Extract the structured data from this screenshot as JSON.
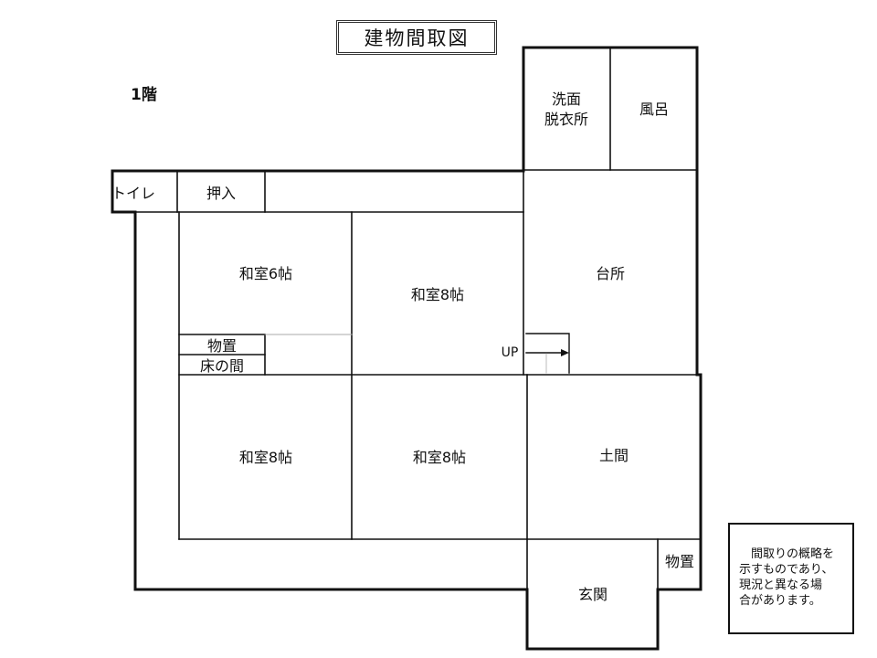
{
  "title": "建物間取図",
  "floor": "1階",
  "rooms": {
    "toilet": "トイレ",
    "oshiire": "押入",
    "senmen_1": "洗面",
    "senmen_2": "脱衣所",
    "furo": "風呂",
    "washitsu_6": "和室6帖",
    "washitsu_8_ne": "和室8帖",
    "daidokoro": "台所",
    "monooki_west": "物置",
    "tokonoma": "床の間",
    "up": "UP",
    "washitsu_8_sw": "和室8帖",
    "washitsu_8_s": "和室8帖",
    "doma": "土間",
    "monooki_east": "物置",
    "genkan": "玄関"
  },
  "note": [
    "　間取りの概略を",
    "示すものであり、",
    "現況と異なる場",
    "合があります。"
  ]
}
